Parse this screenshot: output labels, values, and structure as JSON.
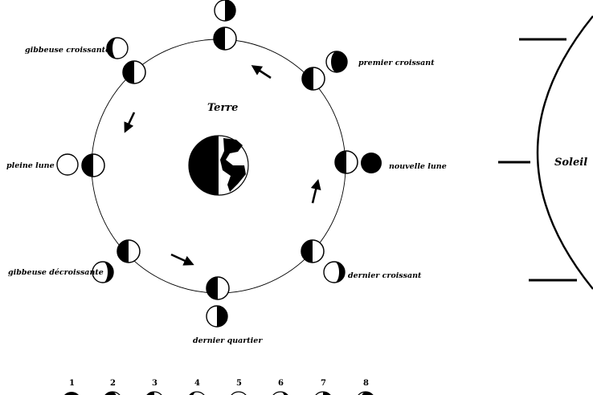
{
  "labels": {
    "earth": "Terre",
    "sun": "Soleil",
    "gibbous_waxing": "gibbeuse croissante",
    "first_crescent": "premier croissant",
    "full_moon": "pleine lune",
    "new_moon": "nouvelle lune",
    "gibbous_waning": "gibbeuse décroissante",
    "last_crescent": "dernier croissant",
    "last_quarter": "dernier quartier"
  },
  "numbers": [
    "1",
    "2",
    "3",
    "4",
    "5",
    "6",
    "7",
    "8"
  ],
  "colors": {
    "ink": "#000000",
    "paper": "#ffffff"
  }
}
